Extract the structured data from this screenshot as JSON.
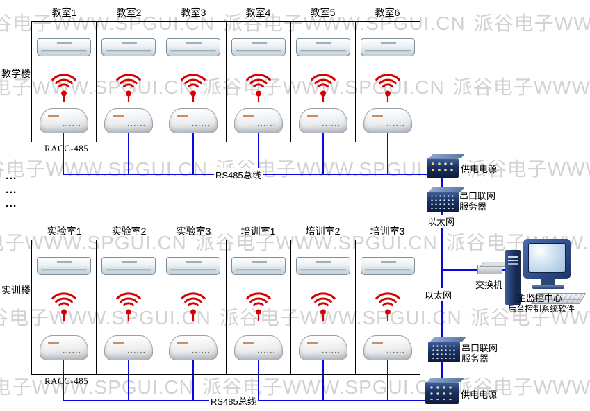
{
  "watermark": {
    "text": "派谷电子WWW.SPGUI.CN",
    "color": "#9a9a9a"
  },
  "buildings": [
    {
      "name": "教学楼",
      "rooms": [
        "教室1",
        "教室2",
        "教室3",
        "教室4",
        "教室5",
        "教室6"
      ],
      "device_label": "RACC-485",
      "bus_label": "RS485总线"
    },
    {
      "name": "实训楼",
      "rooms": [
        "实验室1",
        "实验室2",
        "实验室3",
        "培训室1",
        "培训室2",
        "培训室3"
      ],
      "device_label": "RACC-485",
      "bus_label": "RS485总线"
    }
  ],
  "ellipsis": "...",
  "network": {
    "power_top": "供电电源",
    "serial_top_l1": "串口联网",
    "serial_top_l2": "服务器",
    "ethernet_top": "以太网",
    "switch": "交换机",
    "ethernet_bottom": "以太网",
    "serial_bottom_l1": "串口联网",
    "serial_bottom_l2": "服务器",
    "power_bottom": "供电电源",
    "control_l1": "主监控中心",
    "control_l2": "后台控制系统软件"
  },
  "colors": {
    "bus_line": "#0909db",
    "signal": "#d60000",
    "box_border": "#000000",
    "device_box": "#1b3260"
  }
}
